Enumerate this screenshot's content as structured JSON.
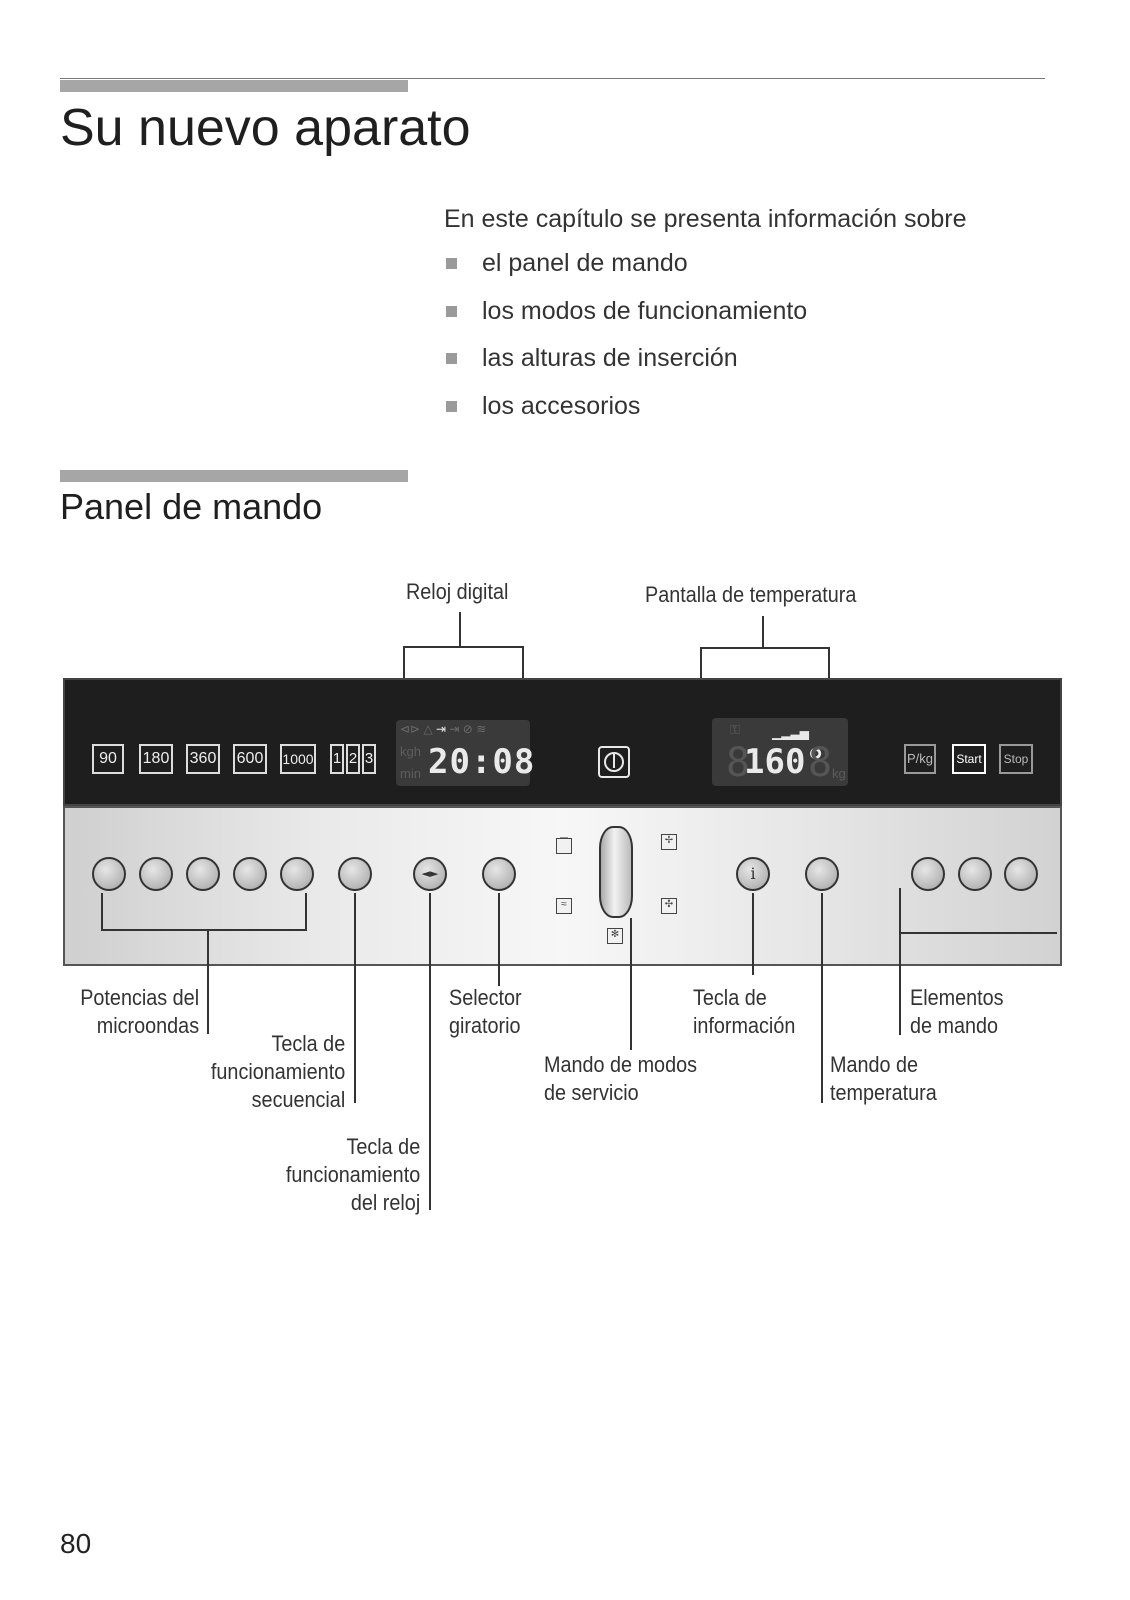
{
  "header": {
    "title": "Su nuevo aparato",
    "intro": "En este capítulo se presenta información sobre",
    "bullets": [
      "el panel de mando",
      "los modos de funcionamiento",
      "las alturas de inserción",
      "los accesorios"
    ]
  },
  "section": {
    "title": "Panel de mando"
  },
  "diagram": {
    "top_labels": {
      "clock": "Reloj digital",
      "temp_display": "Pantalla de temperatura"
    },
    "power_buttons": [
      "90",
      "180",
      "360",
      "600",
      "1000"
    ],
    "sequence_buttons": [
      "1",
      "2",
      "3"
    ],
    "clock_display": {
      "time": "20:08",
      "unit1": "kgh",
      "unit2": "min"
    },
    "temp_display": {
      "value": "160°",
      "unit": "kg"
    },
    "right_buttons": [
      "P/kg",
      "Start",
      "Stop"
    ],
    "info_symbol": "i",
    "clock_key_symbol": "◄►",
    "callouts": {
      "microwave_power": [
        "Potencias del",
        "microondas"
      ],
      "sequential": [
        "Tecla de",
        "funcionamiento",
        "secuencial"
      ],
      "clock_key": [
        "Tecla de",
        "funcionamiento",
        "del reloj"
      ],
      "rotary": [
        "Selector",
        "giratorio"
      ],
      "service_modes": [
        "Mando de modos",
        "de servicio"
      ],
      "info_key": [
        "Tecla de",
        "información"
      ],
      "temperature": [
        "Mando de",
        "temperatura"
      ],
      "controls": [
        "Elementos",
        "de mando"
      ]
    }
  },
  "page_number": "80"
}
